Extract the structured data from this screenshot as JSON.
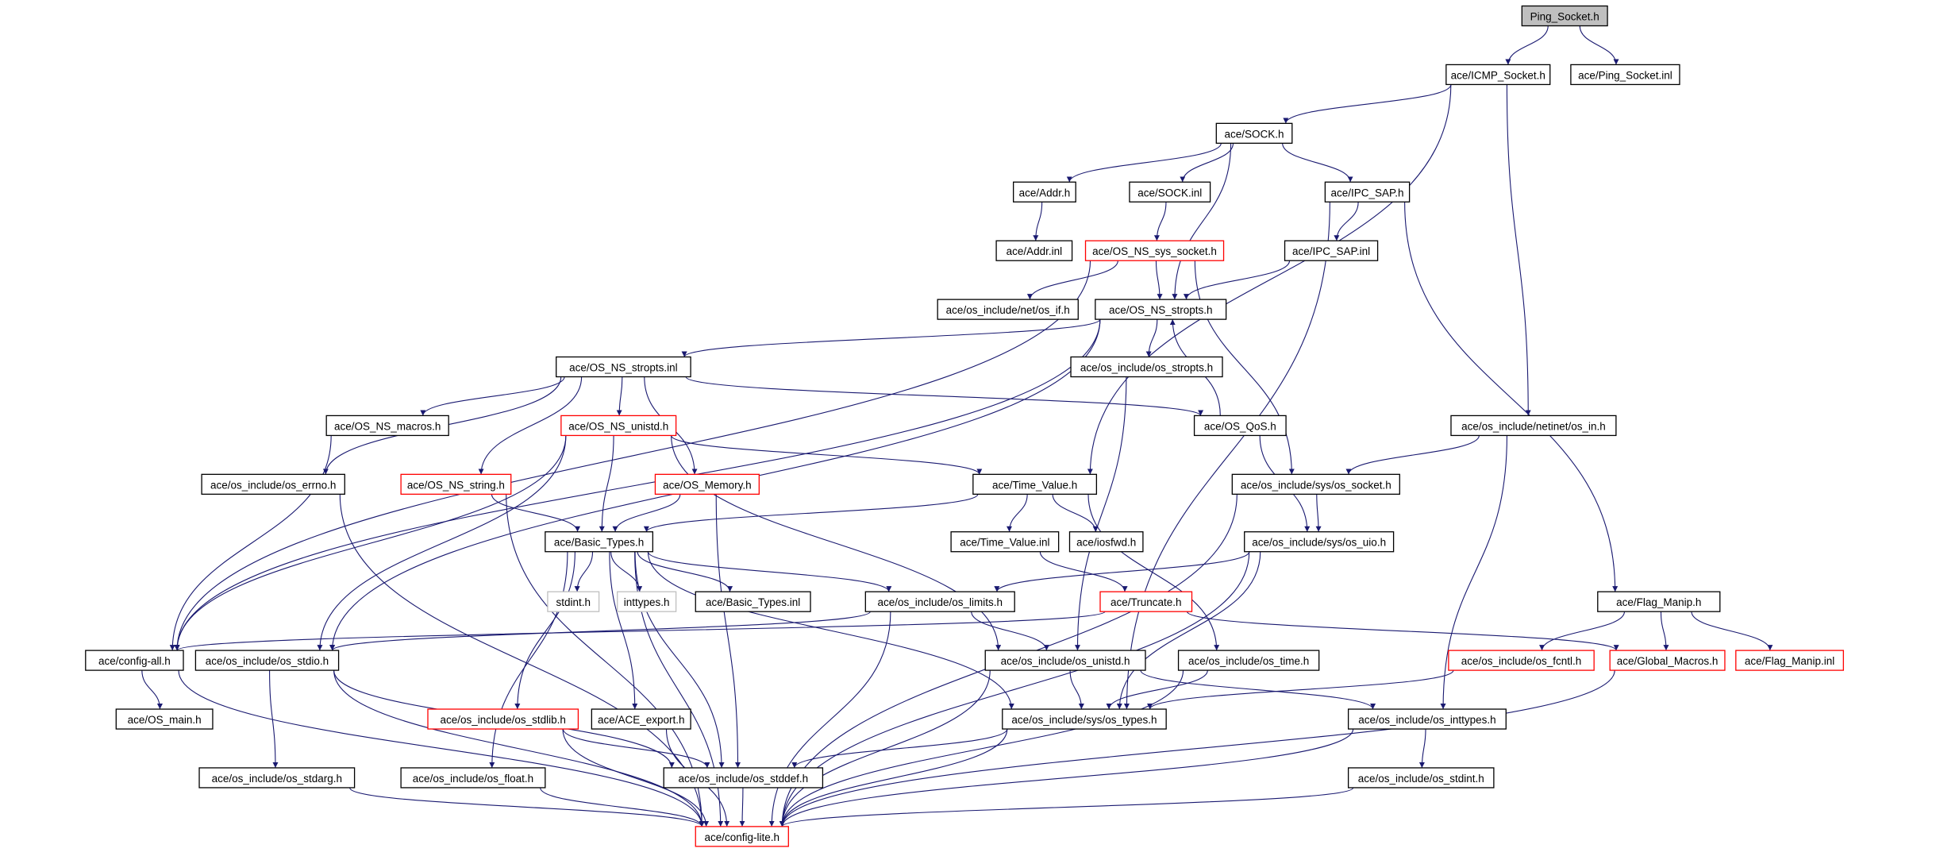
{
  "graph": {
    "colors": {
      "edge": "#191970",
      "missing_node_border": "#ff0000",
      "root_fill": "#bfbfbf",
      "external_border": "#bfbfbf"
    },
    "nodes": [
      {
        "id": "ping",
        "label": "Ping_Socket.h",
        "style": "root"
      },
      {
        "id": "icmp",
        "label": "ace/ICMP_Socket.h"
      },
      {
        "id": "pinginl",
        "label": "ace/Ping_Socket.inl"
      },
      {
        "id": "sock",
        "label": "ace/SOCK.h"
      },
      {
        "id": "addr",
        "label": "ace/Addr.h"
      },
      {
        "id": "sockinl",
        "label": "ace/SOCK.inl"
      },
      {
        "id": "ipcsap",
        "label": "ace/IPC_SAP.h"
      },
      {
        "id": "addrinl",
        "label": "ace/Addr.inl"
      },
      {
        "id": "nssyssock",
        "label": "ace/OS_NS_sys_socket.h",
        "style": "red"
      },
      {
        "id": "ipcsapinl",
        "label": "ace/IPC_SAP.inl"
      },
      {
        "id": "osif",
        "label": "ace/os_include/net/os_if.h"
      },
      {
        "id": "nsstropts",
        "label": "ace/OS_NS_stropts.h"
      },
      {
        "id": "nsstroptsinl",
        "label": "ace/OS_NS_stropts.inl"
      },
      {
        "id": "osstropts",
        "label": "ace/os_include/os_stropts.h"
      },
      {
        "id": "nsmacros",
        "label": "ace/OS_NS_macros.h"
      },
      {
        "id": "nsunistd",
        "label": "ace/OS_NS_unistd.h",
        "style": "red"
      },
      {
        "id": "qos",
        "label": "ace/OS_QoS.h"
      },
      {
        "id": "osin",
        "label": "ace/os_include/netinet/os_in.h"
      },
      {
        "id": "errno",
        "label": "ace/os_include/os_errno.h"
      },
      {
        "id": "nsstring",
        "label": "ace/OS_NS_string.h",
        "style": "red"
      },
      {
        "id": "memory",
        "label": "ace/OS_Memory.h",
        "style": "red"
      },
      {
        "id": "timevalue",
        "label": "ace/Time_Value.h"
      },
      {
        "id": "ossocket",
        "label": "ace/os_include/sys/os_socket.h"
      },
      {
        "id": "basictypes",
        "label": "ace/Basic_Types.h"
      },
      {
        "id": "timevalueinl",
        "label": "ace/Time_Value.inl"
      },
      {
        "id": "iosfwd",
        "label": "ace/iosfwd.h"
      },
      {
        "id": "osuio",
        "label": "ace/os_include/sys/os_uio.h"
      },
      {
        "id": "stdint",
        "label": "stdint.h",
        "style": "ext"
      },
      {
        "id": "inttypes",
        "label": "inttypes.h",
        "style": "ext"
      },
      {
        "id": "basictypesinl",
        "label": "ace/Basic_Types.inl"
      },
      {
        "id": "oslimits",
        "label": "ace/os_include/os_limits.h"
      },
      {
        "id": "truncate",
        "label": "ace/Truncate.h",
        "style": "red"
      },
      {
        "id": "flagmanip",
        "label": "ace/Flag_Manip.h"
      },
      {
        "id": "configall",
        "label": "ace/config-all.h"
      },
      {
        "id": "osstdio",
        "label": "ace/os_include/os_stdio.h"
      },
      {
        "id": "osunistd",
        "label": "ace/os_include/os_unistd.h"
      },
      {
        "id": "ostime",
        "label": "ace/os_include/os_time.h"
      },
      {
        "id": "osfcntl",
        "label": "ace/os_include/os_fcntl.h",
        "style": "red"
      },
      {
        "id": "globalmacros",
        "label": "ace/Global_Macros.h",
        "style": "red"
      },
      {
        "id": "flagmanipinl",
        "label": "ace/Flag_Manip.inl",
        "style": "red"
      },
      {
        "id": "osmain",
        "label": "ace/OS_main.h"
      },
      {
        "id": "osstdlib",
        "label": "ace/os_include/os_stdlib.h",
        "style": "red"
      },
      {
        "id": "aceexport",
        "label": "ace/ACE_export.h"
      },
      {
        "id": "ostypes",
        "label": "ace/os_include/sys/os_types.h"
      },
      {
        "id": "osinttypes",
        "label": "ace/os_include/os_inttypes.h"
      },
      {
        "id": "osstdarg",
        "label": "ace/os_include/os_stdarg.h"
      },
      {
        "id": "osfloat",
        "label": "ace/os_include/os_float.h"
      },
      {
        "id": "osstddef",
        "label": "ace/os_include/os_stddef.h"
      },
      {
        "id": "osstdint",
        "label": "ace/os_include/os_stdint.h"
      },
      {
        "id": "configlite",
        "label": "ace/config-lite.h",
        "style": "red"
      }
    ],
    "edges": [
      [
        "ping",
        "icmp"
      ],
      [
        "ping",
        "pinginl"
      ],
      [
        "icmp",
        "sock"
      ],
      [
        "icmp",
        "timevalue"
      ],
      [
        "icmp",
        "osin"
      ],
      [
        "sock",
        "addr"
      ],
      [
        "sock",
        "sockinl"
      ],
      [
        "sock",
        "ipcsap"
      ],
      [
        "sock",
        "nsstropts"
      ],
      [
        "addr",
        "addrinl"
      ],
      [
        "sockinl",
        "nssyssock"
      ],
      [
        "ipcsap",
        "ipcsapinl"
      ],
      [
        "ipcsap",
        "flagmanip"
      ],
      [
        "ipcsap",
        "ostypes"
      ],
      [
        "ipcsapinl",
        "nsstropts"
      ],
      [
        "nssyssock",
        "osif"
      ],
      [
        "nssyssock",
        "nsstropts"
      ],
      [
        "nssyssock",
        "ossocket"
      ],
      [
        "nssyssock",
        "configall"
      ],
      [
        "nsstropts",
        "nsstroptsinl"
      ],
      [
        "nsstropts",
        "osstropts"
      ],
      [
        "nsstropts",
        "configall"
      ],
      [
        "nsstropts",
        "osstdio"
      ],
      [
        "nsstroptsinl",
        "nsmacros"
      ],
      [
        "nsstroptsinl",
        "nsunistd"
      ],
      [
        "nsstroptsinl",
        "qos"
      ],
      [
        "nsstroptsinl",
        "errno"
      ],
      [
        "nsstroptsinl",
        "nsstring"
      ],
      [
        "nsstroptsinl",
        "memory"
      ],
      [
        "osstropts",
        "osunistd"
      ],
      [
        "qos",
        "nsstropts"
      ],
      [
        "qos",
        "osuio"
      ],
      [
        "osin",
        "ossocket"
      ],
      [
        "osin",
        "osinttypes"
      ],
      [
        "nsmacros",
        "configall"
      ],
      [
        "nsunistd",
        "timevalue"
      ],
      [
        "nsunistd",
        "basictypes"
      ],
      [
        "nsunistd",
        "configall"
      ],
      [
        "nsunistd",
        "osstdio"
      ],
      [
        "nsunistd",
        "osunistd"
      ],
      [
        "errno",
        "configlite"
      ],
      [
        "nsstring",
        "basictypes"
      ],
      [
        "nsstring",
        "configlite"
      ],
      [
        "memory",
        "basictypes"
      ],
      [
        "memory",
        "osstddef"
      ],
      [
        "timevalue",
        "basictypes"
      ],
      [
        "timevalue",
        "timevalueinl"
      ],
      [
        "timevalue",
        "iosfwd"
      ],
      [
        "timevalue",
        "ostime"
      ],
      [
        "ossocket",
        "osuio"
      ],
      [
        "ossocket",
        "configlite"
      ],
      [
        "basictypes",
        "stdint"
      ],
      [
        "basictypes",
        "inttypes"
      ],
      [
        "basictypes",
        "basictypesinl"
      ],
      [
        "basictypes",
        "oslimits"
      ],
      [
        "basictypes",
        "osstddef"
      ],
      [
        "basictypes",
        "aceexport"
      ],
      [
        "basictypes",
        "osstdlib"
      ],
      [
        "basictypes",
        "osfloat"
      ],
      [
        "basictypes",
        "configlite"
      ],
      [
        "basictypes",
        "ostypes"
      ],
      [
        "timevalueinl",
        "truncate"
      ],
      [
        "osuio",
        "oslimits"
      ],
      [
        "osuio",
        "ostypes"
      ],
      [
        "osuio",
        "configlite"
      ],
      [
        "truncate",
        "globalmacros"
      ],
      [
        "truncate",
        "configall"
      ],
      [
        "oslimits",
        "osunistd"
      ],
      [
        "oslimits",
        "osstdio"
      ],
      [
        "oslimits",
        "configlite"
      ],
      [
        "flagmanip",
        "osfcntl"
      ],
      [
        "flagmanip",
        "globalmacros"
      ],
      [
        "flagmanip",
        "flagmanipinl"
      ],
      [
        "configall",
        "osmain"
      ],
      [
        "configall",
        "configlite"
      ],
      [
        "osstdio",
        "osstdarg"
      ],
      [
        "osstdio",
        "osstddef"
      ],
      [
        "osstdio",
        "configlite"
      ],
      [
        "osunistd",
        "ostypes"
      ],
      [
        "osunistd",
        "osinttypes"
      ],
      [
        "osunistd",
        "configlite"
      ],
      [
        "ostime",
        "ostypes"
      ],
      [
        "ostime",
        "configlite"
      ],
      [
        "osfcntl",
        "ostypes"
      ],
      [
        "globalmacros",
        "configlite"
      ],
      [
        "osstdlib",
        "osstddef"
      ],
      [
        "osstdlib",
        "configlite"
      ],
      [
        "aceexport",
        "configlite"
      ],
      [
        "ostypes",
        "osstddef"
      ],
      [
        "ostypes",
        "configlite"
      ],
      [
        "osinttypes",
        "osstdint"
      ],
      [
        "osinttypes",
        "configlite"
      ],
      [
        "osstdarg",
        "configlite"
      ],
      [
        "osfloat",
        "configlite"
      ],
      [
        "osstddef",
        "configlite"
      ],
      [
        "osstdint",
        "configlite"
      ]
    ]
  }
}
